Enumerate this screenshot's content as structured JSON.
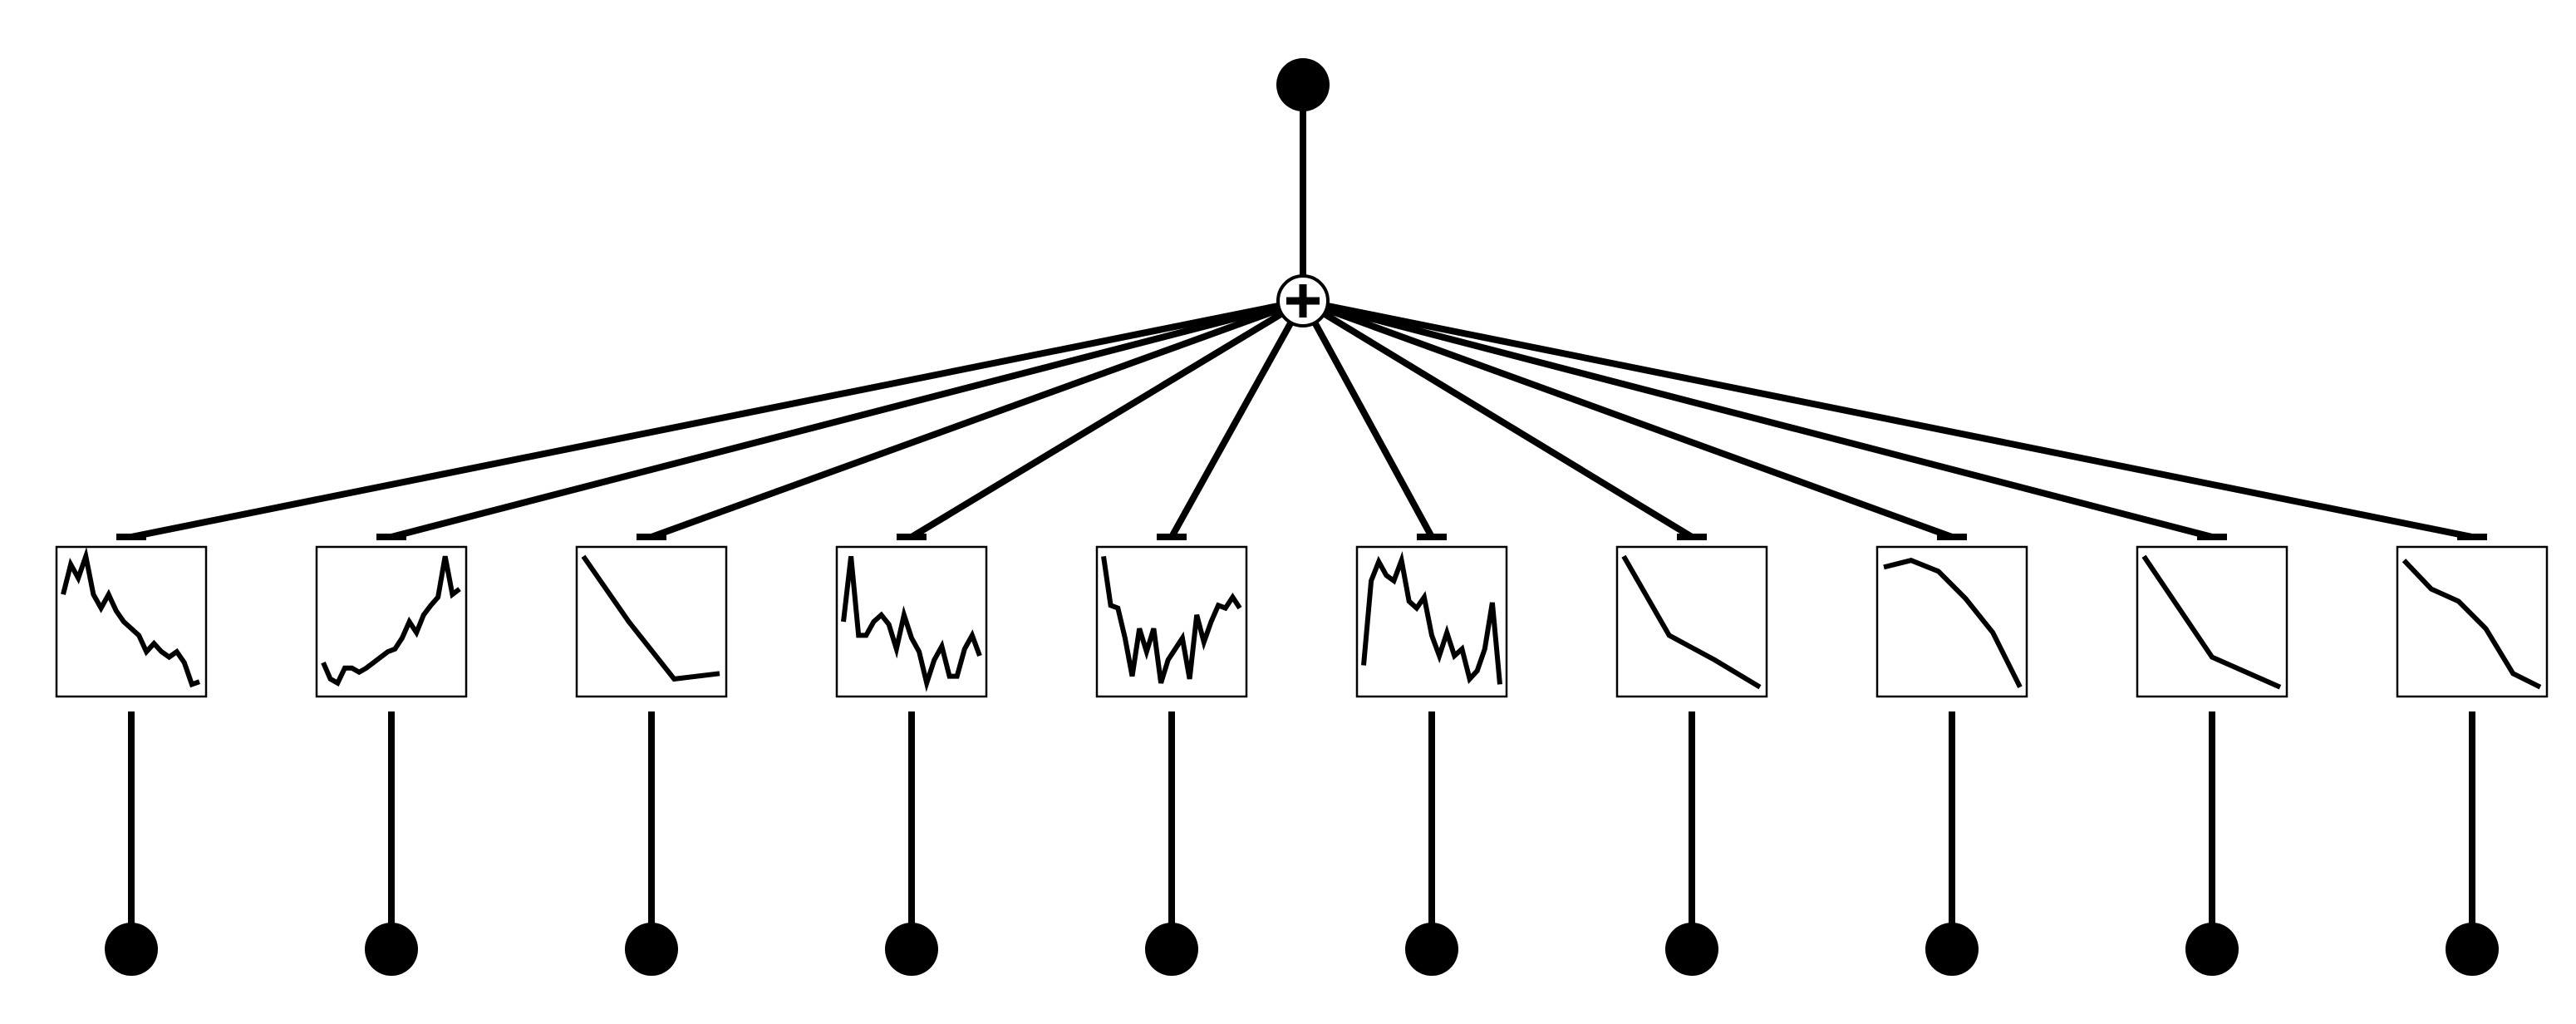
{
  "diagram": {
    "type": "additive-model-tree",
    "root_operator": "+",
    "colors": {
      "stroke": "#000000",
      "background": "#ffffff"
    },
    "components": [
      {
        "trend": [
          0.3,
          0.08,
          0.18,
          0.02,
          0.3,
          0.4,
          0.3,
          0.42,
          0.5,
          0.55,
          0.6,
          0.72,
          0.66,
          0.72,
          0.76,
          0.72,
          0.8,
          0.96,
          0.94
        ]
      },
      {
        "trend": [
          0.8,
          0.92,
          0.95,
          0.84,
          0.84,
          0.87,
          0.84,
          0.8,
          0.76,
          0.72,
          0.7,
          0.62,
          0.5,
          0.58,
          0.45,
          0.38,
          0.32,
          0.02,
          0.3,
          0.26
        ]
      },
      {
        "trend": [
          0.02,
          0.5,
          0.92,
          0.88
        ]
      },
      {
        "trend": [
          0.5,
          0.02,
          0.6,
          0.6,
          0.5,
          0.45,
          0.52,
          0.7,
          0.45,
          0.62,
          0.72,
          0.95,
          0.78,
          0.68,
          0.9,
          0.9,
          0.7,
          0.6,
          0.75
        ]
      },
      {
        "trend": [
          0.02,
          0.38,
          0.4,
          0.62,
          0.9,
          0.55,
          0.72,
          0.55,
          0.95,
          0.78,
          0.7,
          0.62,
          0.92,
          0.45,
          0.65,
          0.5,
          0.38,
          0.4,
          0.32,
          0.4
        ]
      },
      {
        "trend": [
          0.82,
          0.2,
          0.06,
          0.16,
          0.2,
          0.05,
          0.35,
          0.4,
          0.32,
          0.6,
          0.75,
          0.58,
          0.75,
          0.7,
          0.92,
          0.86,
          0.7,
          0.36,
          0.96
        ]
      },
      {
        "trend": [
          0.02,
          0.6,
          0.78,
          0.98
        ]
      },
      {
        "trend": [
          0.1,
          0.05,
          0.13,
          0.33,
          0.58,
          0.98
        ]
      },
      {
        "trend": [
          0.02,
          0.76,
          0.98
        ]
      },
      {
        "trend": [
          0.05,
          0.26,
          0.35,
          0.55,
          0.88,
          0.98
        ]
      }
    ]
  }
}
